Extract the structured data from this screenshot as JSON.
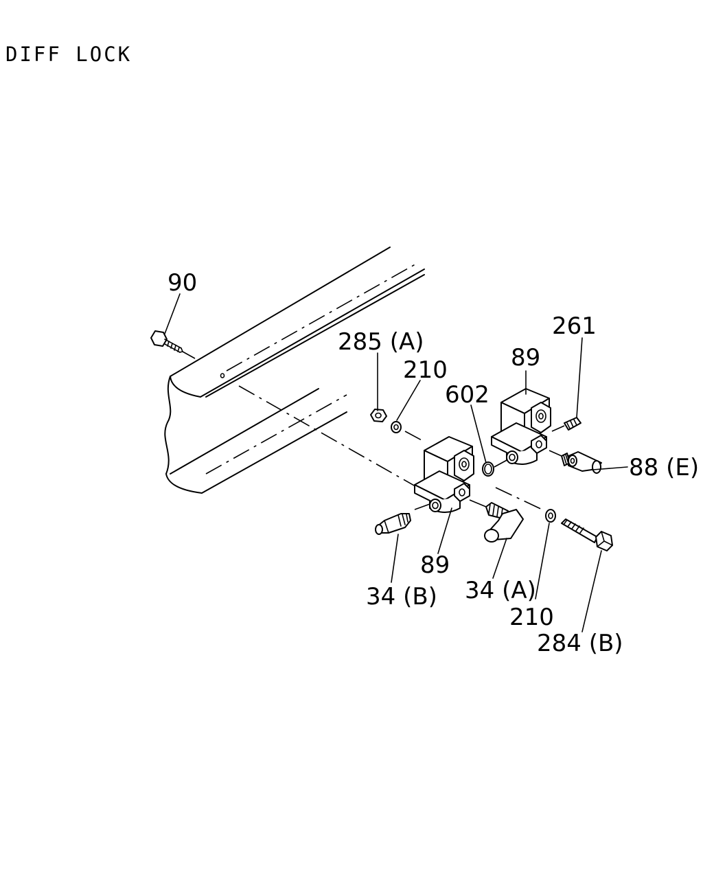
{
  "title": "DIFF LOCK",
  "callouts": {
    "c90": "90",
    "c285a": "285 (A)",
    "c210_top": "210",
    "c602": "602",
    "c89_top": "89",
    "c261": "261",
    "c88e": "88 (E)",
    "c89_bottom": "89",
    "c34b": "34 (B)",
    "c34a": "34 (A)",
    "c210_bottom": "210",
    "c284b": "284 (B)"
  }
}
